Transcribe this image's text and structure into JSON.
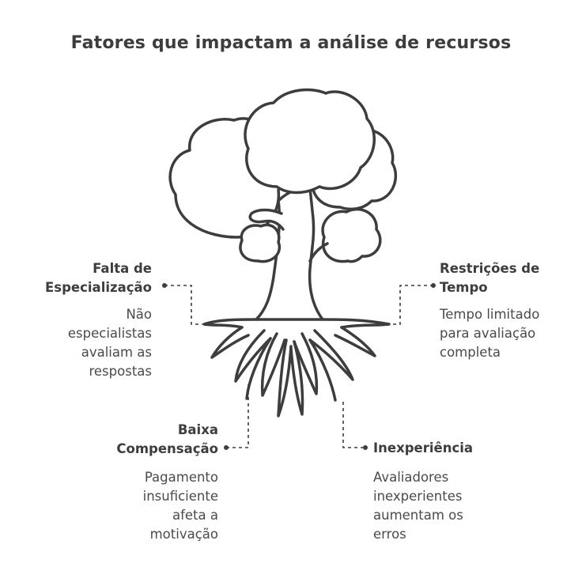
{
  "title": "Fatores que impactam a análise de recursos",
  "factors": {
    "especializacao": {
      "heading": [
        "Falta de",
        "Especialização"
      ],
      "description": [
        "Não",
        "especialistas",
        "avaliam as",
        "respostas"
      ]
    },
    "tempo": {
      "heading": [
        "Restrições de",
        "Tempo"
      ],
      "description": [
        "Tempo limitado",
        "para avaliação",
        "completa"
      ]
    },
    "compensacao": {
      "heading": [
        "Baixa",
        "Compensação"
      ],
      "description": [
        "Pagamento",
        "insuficiente",
        "afeta a",
        "motivação"
      ]
    },
    "inexperiencia": {
      "heading": [
        "Inexperiência"
      ],
      "description": [
        "Avaliadores",
        "inexperientes",
        "aumentam os",
        "erros"
      ]
    }
  },
  "colors": {
    "ink": "#3d3d3d",
    "background": "#ffffff"
  },
  "icons": {
    "tree": "tree-with-roots-icon"
  }
}
